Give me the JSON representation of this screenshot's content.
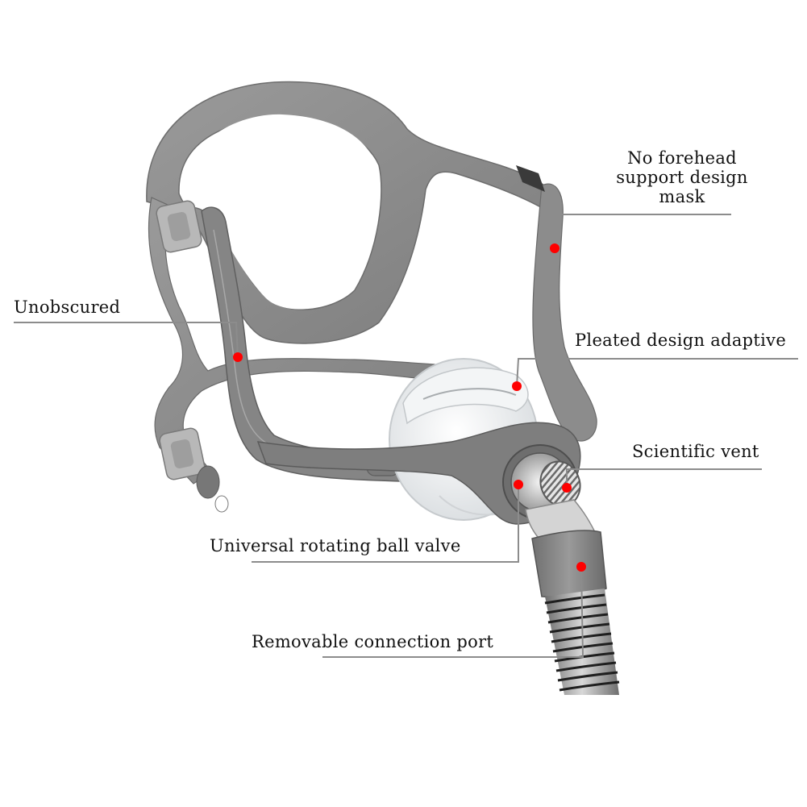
{
  "figure": {
    "subject": "Nasal CPAP mask with headgear",
    "colors": {
      "background": "#ffffff",
      "strap": "#8a8a8a",
      "strap_dark": "#6f6f6f",
      "strap_light": "#b4b4b4",
      "cushion": "#e9ecee",
      "callout_line": "#8c8c8c",
      "callout_dot": "#ff0000",
      "text": "#111111"
    }
  },
  "callouts": [
    {
      "id": "no-forehead",
      "label": "No forehead\nsupport design\nmask",
      "dot": [
        688,
        308
      ]
    },
    {
      "id": "unobscured",
      "label": "Unobscured",
      "dot": [
        295,
        443
      ]
    },
    {
      "id": "pleated",
      "label": "Pleated design adaptive",
      "dot": [
        641,
        479
      ]
    },
    {
      "id": "vent",
      "label": "Scientific vent",
      "dot": [
        703,
        605
      ]
    },
    {
      "id": "ball-valve",
      "label": "Universal rotating ball valve",
      "dot": [
        643,
        601
      ]
    },
    {
      "id": "port",
      "label": "Removable connection port",
      "dot": [
        721,
        703
      ]
    }
  ]
}
